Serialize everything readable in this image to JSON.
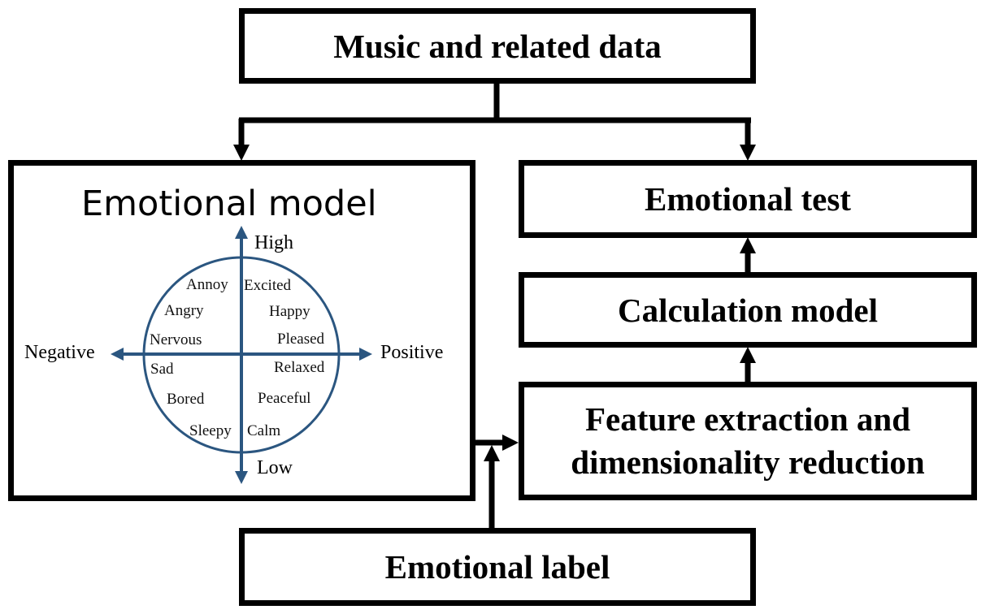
{
  "boxes": {
    "music_data": "Music and related data",
    "emotional_model_title": "Emotional model",
    "emotional_test": "Emotional test",
    "calculation_model": "Calculation model",
    "feature_extraction_line1": "Feature extraction and",
    "feature_extraction_line2": "dimensionality reduction",
    "emotional_label": "Emotional label"
  },
  "axes": {
    "high": "High",
    "low": "Low",
    "negative": "Negative",
    "positive": "Positive"
  },
  "emotions": {
    "annoy": "Annoy",
    "excited": "Excited",
    "angry": "Angry",
    "happy": "Happy",
    "nervous": "Nervous",
    "pleased": "Pleased",
    "sad": "Sad",
    "relaxed": "Relaxed",
    "bored": "Bored",
    "peaceful": "Peaceful",
    "sleepy": "Sleepy",
    "calm": "Calm"
  },
  "colors": {
    "axis_blue": "#2b5680",
    "border": "#000000"
  }
}
